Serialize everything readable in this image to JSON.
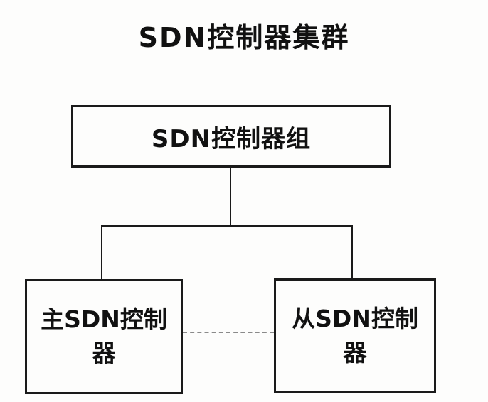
{
  "diagram": {
    "title": "SDN控制器集群",
    "nodes": {
      "group": {
        "label": "SDN控制器组"
      },
      "master": {
        "label": "主SDN控制器"
      },
      "slave": {
        "label": "从SDN控制器"
      }
    },
    "edges": [
      {
        "from": "group",
        "to": "master",
        "style": "solid"
      },
      {
        "from": "group",
        "to": "slave",
        "style": "solid"
      },
      {
        "from": "master",
        "to": "slave",
        "style": "dashed"
      }
    ],
    "colors": {
      "line": "#1a1a1a",
      "dashed_line": "#8a8a8a",
      "text": "#111111",
      "background": "#fdfdfc"
    }
  }
}
